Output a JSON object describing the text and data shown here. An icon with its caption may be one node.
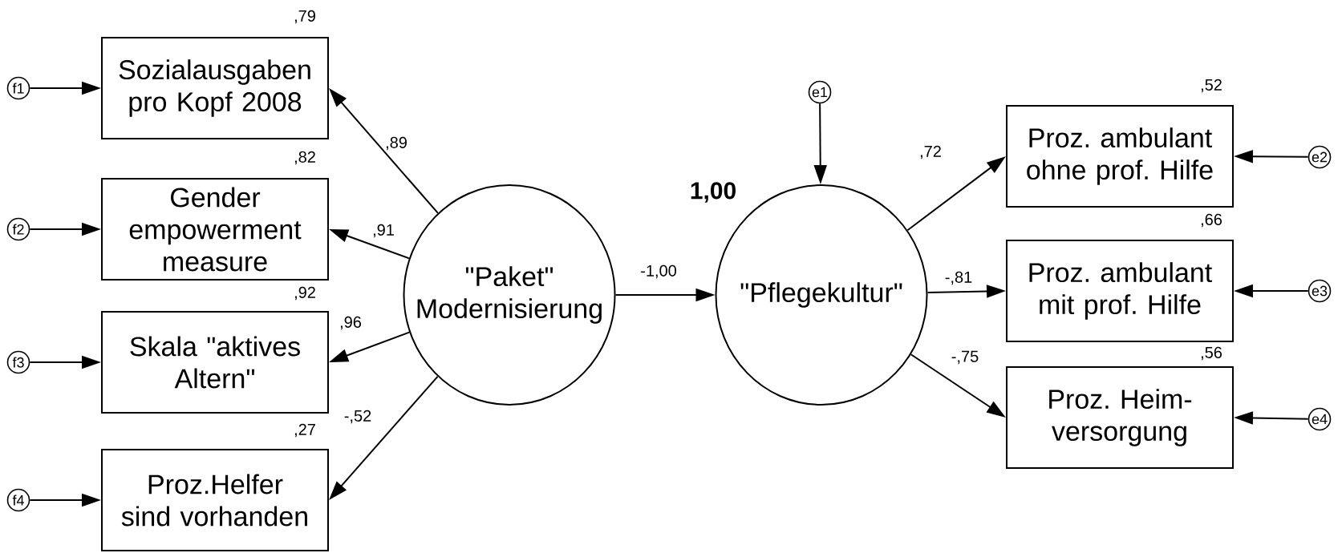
{
  "diagram": {
    "nodes": [
      {
        "text": [
          "f1"
        ]
      },
      {
        "text": [
          "Sozialausgaben pro Kopf 2008"
        ],
        "beside": [
          ",79"
        ]
      },
      {
        "text": [
          "f2"
        ]
      },
      {
        "text": [
          "Gender empowerment measure"
        ],
        "beside": [
          ",82"
        ]
      },
      {
        "text": [
          "f3"
        ]
      },
      {
        "text": [
          "Skala \"aktives Altern\""
        ],
        "beside": [
          ",92"
        ]
      },
      {
        "text": [
          "f4"
        ]
      },
      {
        "text": [
          "Proz.Helfer sind vorhanden"
        ],
        "beside": [
          ",27"
        ]
      },
      {
        "text": [
          "\"Paket\" Modernisierung"
        ]
      },
      {
        "text": [
          "e1"
        ]
      },
      {
        "text": [
          "\"Pflegekultur\""
        ],
        "beside": [
          "1,00"
        ]
      },
      {
        "text": [
          "Proz. ambulant ohne prof. Hilfe"
        ],
        "beside": [
          ",52"
        ]
      },
      {
        "text": [
          "e2"
        ]
      },
      {
        "text": [
          "Proz. ambulant mit prof. Hilfe"
        ],
        "beside": [
          ",66"
        ]
      },
      {
        "text": [
          "e3"
        ]
      },
      {
        "text": [
          "Proz. Heim- versorgung"
        ],
        "beside": [
          ",56"
        ]
      },
      {
        "text": [
          "e4"
        ]
      }
    ],
    "edges": [
      {
        "from": 0,
        "to": 1,
        "arrow": "to"
      },
      {
        "from": 2,
        "to": 3,
        "arrow": "to"
      },
      {
        "from": 4,
        "to": 5,
        "arrow": "to"
      },
      {
        "from": 6,
        "to": 7,
        "arrow": "to"
      },
      {
        "from": 8,
        "to": 1,
        "arrow": "to",
        "label": ",89"
      },
      {
        "from": 8,
        "to": 3,
        "arrow": "to",
        "label": ",91"
      },
      {
        "from": 8,
        "to": 5,
        "arrow": "to",
        "label": ",96"
      },
      {
        "from": 8,
        "to": 7,
        "arrow": "to",
        "label": "-,52"
      },
      {
        "from": 8,
        "to": 10,
        "arrow": "to",
        "label": "-1,00"
      },
      {
        "from": 9,
        "to": 10,
        "arrow": "to"
      },
      {
        "from": 10,
        "to": 11,
        "arrow": "to",
        "label": ",72"
      },
      {
        "from": 10,
        "to": 13,
        "arrow": "to",
        "label": "-,81"
      },
      {
        "from": 10,
        "to": 15,
        "arrow": "to",
        "label": "-,75"
      },
      {
        "from": 12,
        "to": 11,
        "arrow": "to"
      },
      {
        "from": 14,
        "to": 13,
        "arrow": "to"
      },
      {
        "from": 16,
        "to": 15,
        "arrow": "to"
      }
    ]
  }
}
